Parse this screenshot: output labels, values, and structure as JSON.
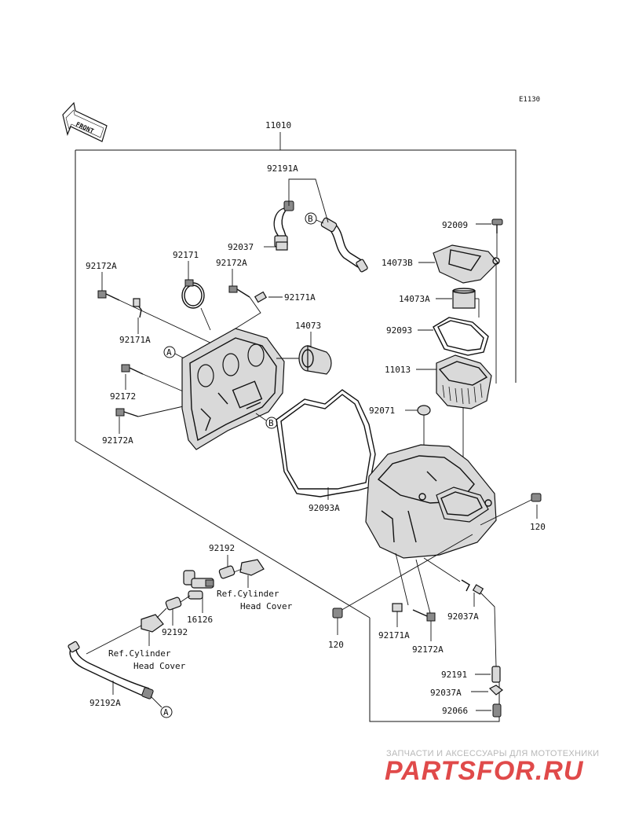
{
  "diagram": {
    "code": "E1130",
    "front_label": "FRONT",
    "assembly_number": "11010",
    "callouts": {
      "c92191A_top": "92191A",
      "cB_top": "B",
      "c92037": "92037",
      "c92171": "92171",
      "c92172A_top": "92172A",
      "c92172A_left": "92172A",
      "c92171A_mid": "92171A",
      "c92171A_left": "92171A",
      "cA_left": "A",
      "c14073": "14073",
      "c92172": "92172",
      "c92172A_low": "92172A",
      "cB_low": "B",
      "c92093A": "92093A",
      "c92009": "92009",
      "c14073B": "14073B",
      "c14073A": "14073A",
      "c92093": "92093",
      "c11013": "11013",
      "c92071": "92071",
      "c120_right": "120",
      "c120_bottom": "120",
      "c92192_top": "92192",
      "c16126": "16126",
      "c92192_mid": "92192",
      "c92192A": "92192A",
      "cA_bottom": "A",
      "c92171A_bottom": "92171A",
      "c92172A_bottom": "92172A",
      "c92037A_mid": "92037A",
      "c92191": "92191",
      "c92037A_low": "92037A",
      "c92066": "92066"
    },
    "refs": {
      "ref1_line1": "Ref.Cylinder",
      "ref1_line2": "Head Cover",
      "ref2_line1": "Ref.Cylinder",
      "ref2_line2": "Head Cover"
    }
  },
  "watermark": {
    "tagline": "ЗАПЧАСТИ И АКСЕССУАРЫ ДЛЯ МОТОТЕХНИКИ",
    "logo": "PARTSFOR.RU",
    "color": "#e04a4a"
  }
}
